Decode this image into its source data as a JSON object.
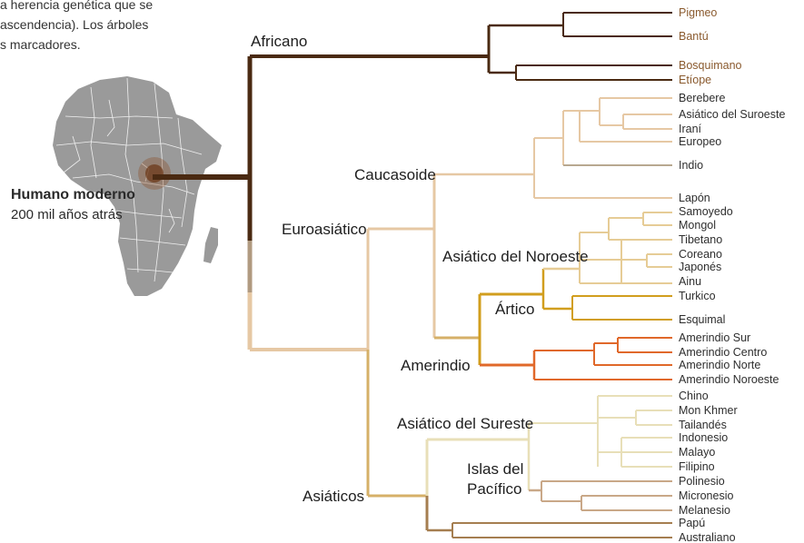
{
  "intro": {
    "line1": "a herencia genética que se",
    "line2": "ascendencia). Los árboles",
    "line3": "s marcadores."
  },
  "root": {
    "title": "Humano moderno",
    "subtitle": "200 mil años atrás"
  },
  "clades": {
    "africano": "Africano",
    "euroasiatico": "Euroasiático",
    "caucasoide": "Caucasoide",
    "asiatico_noroeste": "Asiático del Noroeste",
    "artico": "Ártico",
    "amerindio": "Amerindio",
    "asiatico_sureste": "Asiático del Sureste",
    "islas_pacifico_1": "Islas del",
    "islas_pacifico_2": "Pacífico",
    "asiaticos": "Asiáticos"
  },
  "leaves": {
    "pigmeo": "Pigmeo",
    "bantu": "Bantú",
    "bosquimano": "Bosquimano",
    "etiope": "Etíope",
    "berebere": "Berebere",
    "asiatico_suroeste": "Asiático del Suroeste",
    "irani": "Iraní",
    "europeo": "Europeo",
    "indio": "Indio",
    "lapon": "Lapón",
    "samoyedo": "Samoyedo",
    "mongol": "Mongol",
    "tibetano": "Tibetano",
    "coreano": "Coreano",
    "japones": "Japonés",
    "ainu": "Ainu",
    "turkico": "Turkico",
    "esquimal": "Esquimal",
    "amerindio_sur": "Amerindio Sur",
    "amerindio_centro": "Amerindio Centro",
    "amerindio_norte": "Amerindio Norte",
    "amerindio_noroeste": "Amerindio Noroeste",
    "chino": "Chino",
    "mon_khmer": "Mon Khmer",
    "tailandes": "Tailandés",
    "indonesio": "Indonesio",
    "malayo": "Malayo",
    "filipino": "Filipino",
    "polinesio": "Polinesio",
    "micronesio": "Micronesio",
    "melanesio": "Melanesio",
    "papu": "Papú",
    "australiano": "Australiano"
  },
  "colors": {
    "africano": "#4a2a12",
    "trunk_mid": "#b09a80",
    "caucasoide": "#e6c8a4",
    "indio": "#b8a890",
    "asiaticos_line": "#d6b068",
    "noroeste": "#e6cc96",
    "artico": "#d19e1e",
    "amerindio": "#e0682a",
    "sureste": "#e8dfb8",
    "pacifico": "#c9a888",
    "papu": "#a57e50",
    "map": "#9a9a9a",
    "ethiopia_glow": "#8a4a22"
  }
}
